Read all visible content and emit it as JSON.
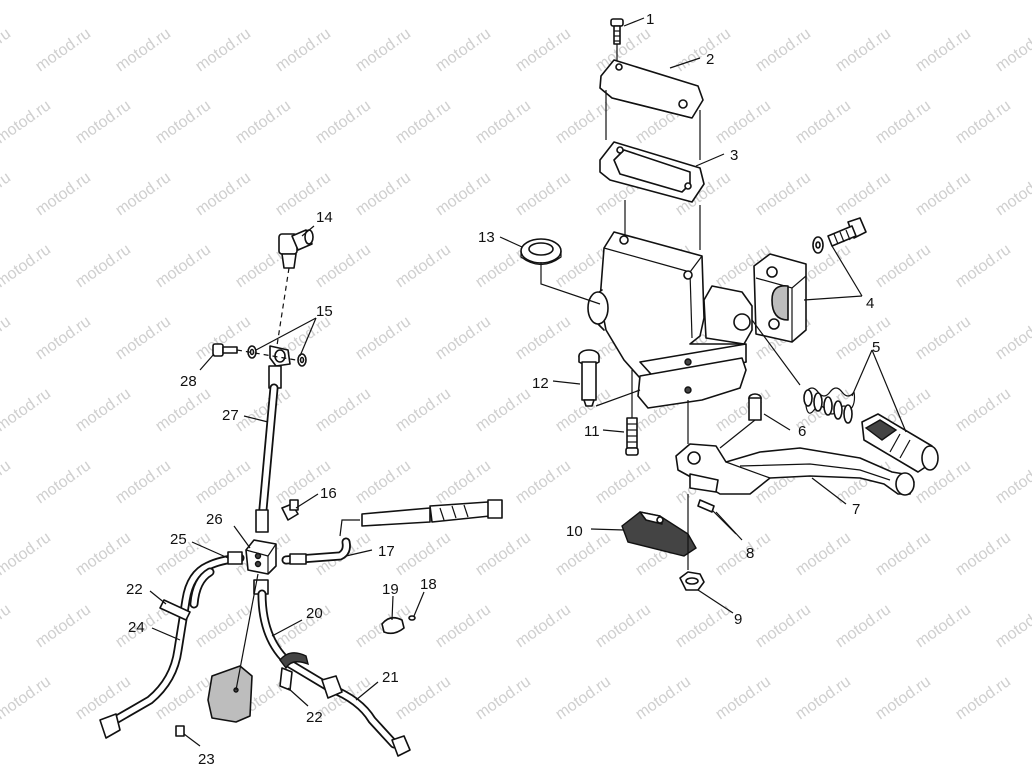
{
  "watermark": "motod.ru",
  "callouts": {
    "c1": "1",
    "c2": "2",
    "c3": "3",
    "c4": "4",
    "c5": "5",
    "c6": "6",
    "c7": "7",
    "c8": "8",
    "c9": "9",
    "c10": "10",
    "c11": "11",
    "c12": "12",
    "c13": "13",
    "c14": "14",
    "c15": "15",
    "c16": "16",
    "c17": "17",
    "c18": "18",
    "c19": "19",
    "c20": "20",
    "c21": "21",
    "c22a": "22",
    "c22b": "22",
    "c23": "23",
    "c24": "24",
    "c25": "25",
    "c26": "26",
    "c27": "27",
    "c28": "28"
  },
  "colors": {
    "ink": "#111111",
    "watermark": "#cfcfcf",
    "background": "#ffffff"
  }
}
